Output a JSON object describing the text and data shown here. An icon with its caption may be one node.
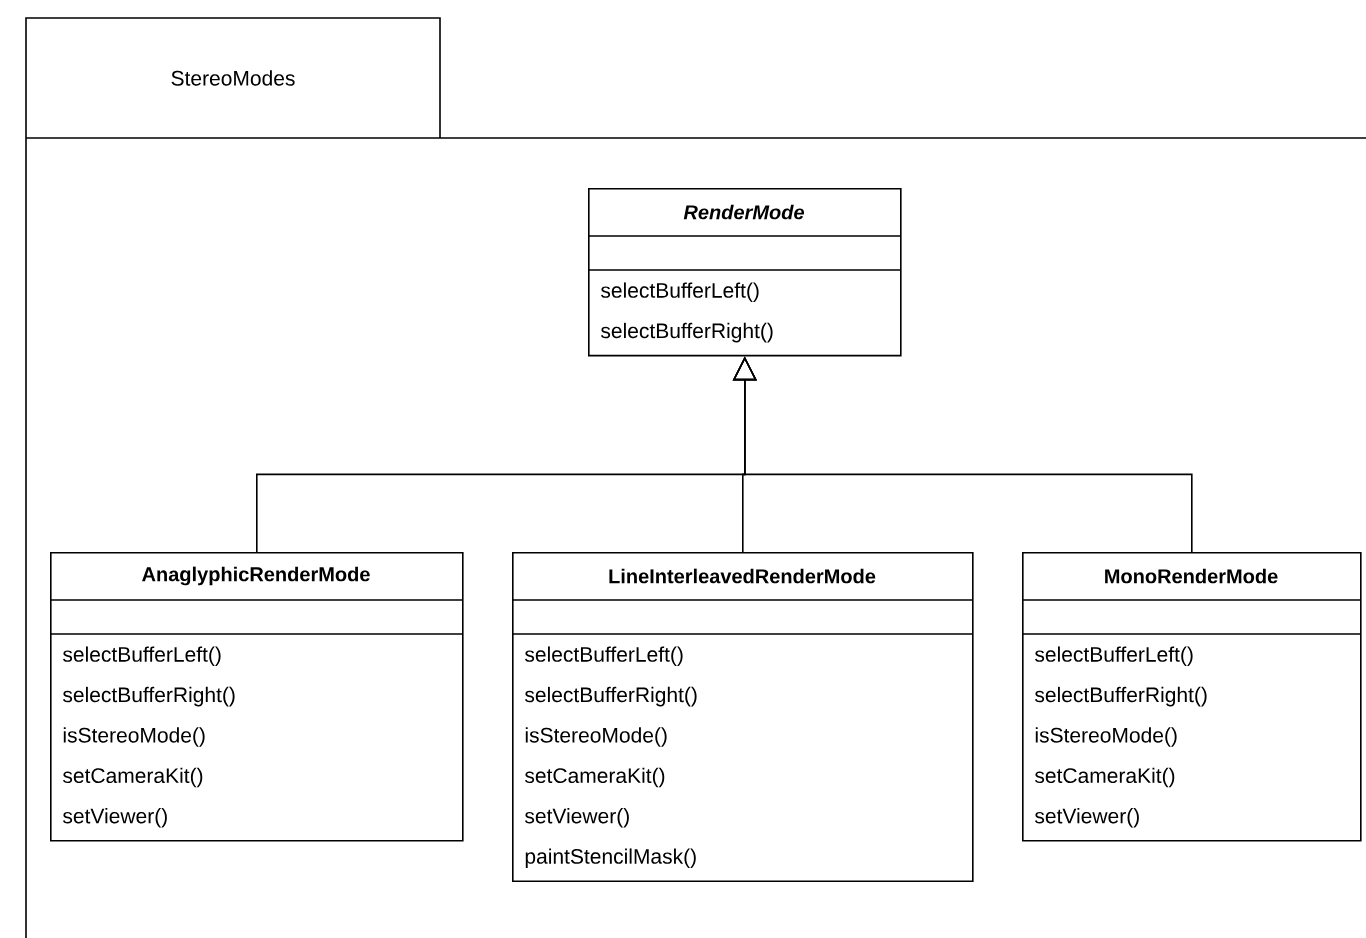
{
  "diagram": {
    "nodes": [
      {
        "text": [
          "StereoModes"
        ]
      },
      {
        "text": [
          "RenderMode",
          "selectBufferLeft()",
          "selectBufferRight()"
        ],
        "in": 0
      },
      {
        "text": [
          "AnaglyphicRenderMode",
          "selectBufferLeft()",
          "selectBufferRight()",
          "isStereoMode()",
          "setCameraKit()",
          "setViewer()"
        ],
        "in": 0
      },
      {
        "text": [
          "LineInterleavedRenderMode",
          "selectBufferLeft()",
          "selectBufferRight()",
          "isStereoMode()",
          "setCameraKit()",
          "setViewer()",
          "paintStencilMask()"
        ],
        "in": 0
      },
      {
        "text": [
          "MonoRenderMode",
          "selectBufferLeft()",
          "selectBufferRight()",
          "isStereoMode()",
          "setCameraKit()",
          "setViewer()"
        ],
        "in": 0
      }
    ],
    "edges": [
      {
        "from": 2,
        "to": 1,
        "arrow": "to"
      },
      {
        "from": 3,
        "to": 1,
        "arrow": "to"
      },
      {
        "from": 4,
        "to": 1,
        "arrow": "to"
      }
    ]
  }
}
